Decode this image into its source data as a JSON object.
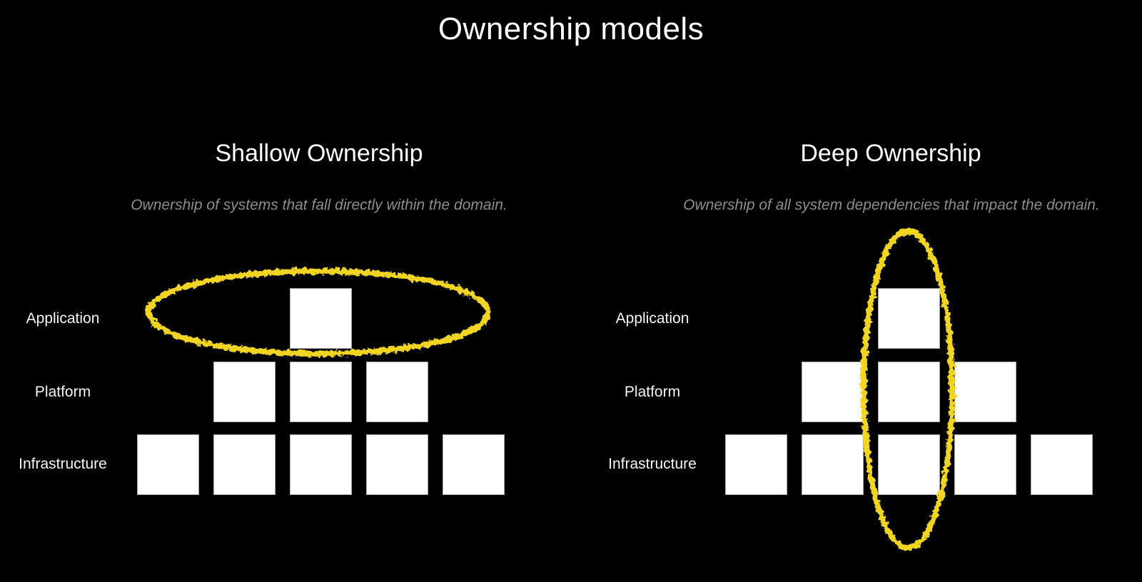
{
  "title": "Ownership models",
  "colors": {
    "background": "#000000",
    "heading_text": "#ffffff",
    "subtitle_text": "#8d8d8d",
    "label_text": "#f5f5f5",
    "square_fill": "#ffffff",
    "highlight_yellow": "#f2d522"
  },
  "panels": [
    {
      "heading": "Shallow Ownership",
      "subtitle": "Ownership of systems that fall directly within the domain.",
      "highlight": "application-row",
      "rows": [
        {
          "label": "Application",
          "squares": 1
        },
        {
          "label": "Platform",
          "squares": 3
        },
        {
          "label": "Infrastructure",
          "squares": 5
        }
      ]
    },
    {
      "heading": "Deep Ownership",
      "subtitle": "Ownership of all system dependencies that impact the domain.",
      "highlight": "center-column",
      "rows": [
        {
          "label": "Application",
          "squares": 1
        },
        {
          "label": "Platform",
          "squares": 3
        },
        {
          "label": "Infrastructure",
          "squares": 5
        }
      ]
    }
  ]
}
